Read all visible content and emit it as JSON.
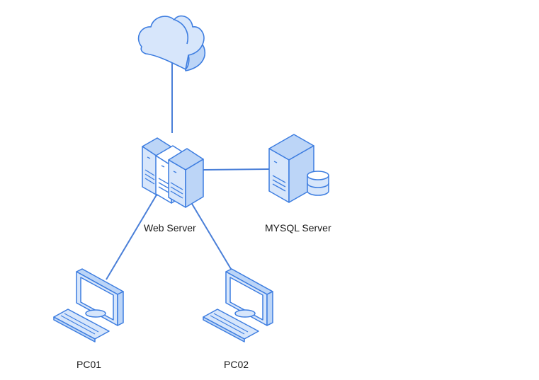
{
  "nodes": {
    "internet": {
      "icon": "cloud-icon"
    },
    "web_server": {
      "label": "Web Server",
      "icon": "server-cluster-icon"
    },
    "mysql_server": {
      "label": "MYSQL Server",
      "icon": "database-server-icon"
    },
    "pc01": {
      "label": "PC01",
      "icon": "desktop-computer-icon"
    },
    "pc02": {
      "label": "PC02",
      "icon": "desktop-computer-icon"
    }
  },
  "connections": [
    {
      "from": "internet",
      "to": "web_server"
    },
    {
      "from": "web_server",
      "to": "mysql_server"
    },
    {
      "from": "web_server",
      "to": "pc01"
    },
    {
      "from": "web_server",
      "to": "pc02"
    }
  ],
  "colors": {
    "line": "#4a7fd8",
    "stroke": "#3d7de0",
    "fill_light": "#d7e6fb",
    "fill_mid": "#bcd5f7",
    "fill_white": "#ffffff"
  }
}
